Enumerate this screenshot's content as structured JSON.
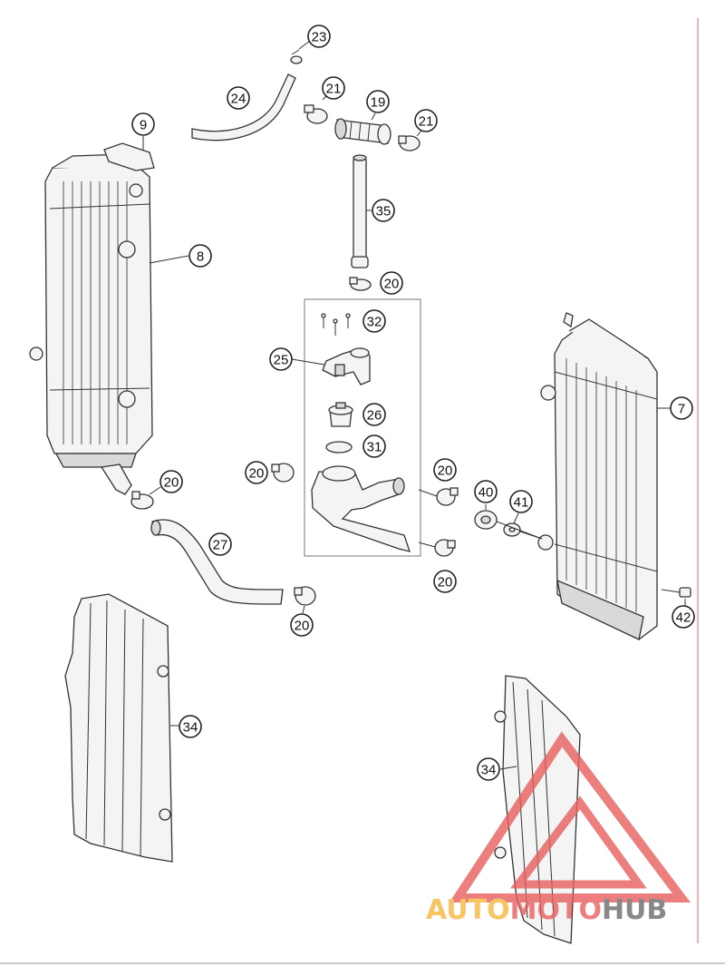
{
  "diagram": {
    "callouts": {
      "c23": "23",
      "c24": "24",
      "c21a": "21",
      "c19": "19",
      "c21b": "21",
      "c9": "9",
      "c35": "35",
      "c8": "8",
      "c20a": "20",
      "c32": "32",
      "c25": "25",
      "c7": "7",
      "c26": "26",
      "c31": "31",
      "c20b": "20",
      "c20c": "20",
      "c40": "40",
      "c41": "41",
      "c20d": "20",
      "c27": "27",
      "c20e": "20",
      "c20f": "20",
      "c42": "42",
      "c34a": "34",
      "c34b": "34"
    }
  },
  "watermark": {
    "part1": "AUTO",
    "part2": "MOTO",
    "part3": "HUB",
    "colors": {
      "auto": "#f6b73c",
      "moto": "#e8605e",
      "hub": "#6b6b6b"
    }
  }
}
